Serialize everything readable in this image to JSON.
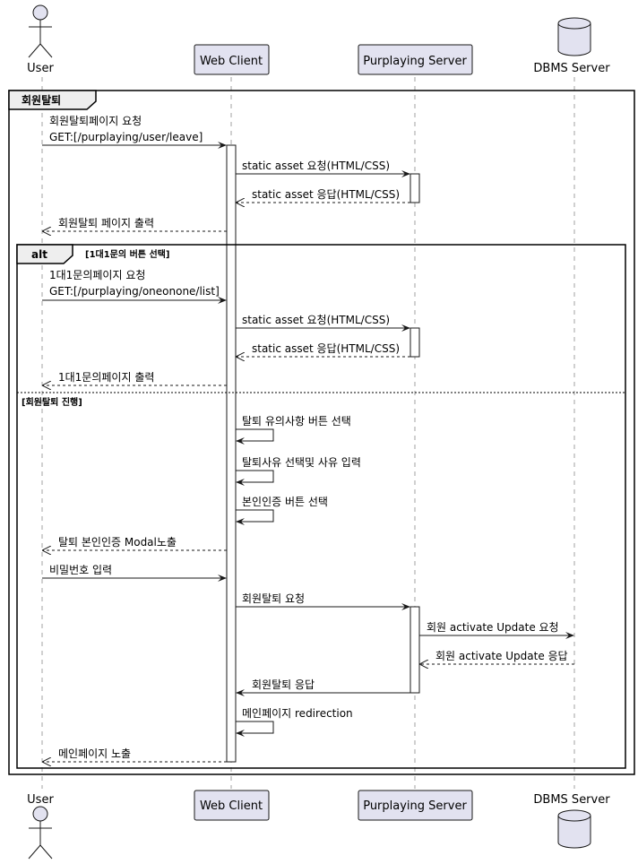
{
  "participants": {
    "user": "User",
    "web": "Web Client",
    "server": "Purplaying Server",
    "dbms": "DBMS Server"
  },
  "frames": {
    "outer": "회원탈퇴",
    "alt": "alt",
    "alt_guard": "[1대1문의 버튼 선택]",
    "else_guard": "[회원탈퇴 진행]"
  },
  "messages": {
    "m1a": "회원탈퇴페이지 요청",
    "m1b": "GET:[/purplaying/user/leave]",
    "m2": "static asset 요청(HTML/CSS)",
    "m3": "static asset 응답(HTML/CSS)",
    "m4": "회원탈퇴 페이지 출력",
    "m5a": "1대1문의페이지 요청",
    "m5b": "GET:[/purplaying/oneonone/list]",
    "m6": "static asset 요청(HTML/CSS)",
    "m7": "static asset 응답(HTML/CSS)",
    "m8": "1대1문의페이지 출력",
    "m9": "탈퇴 유의사항 버튼 선택",
    "m10": "탈퇴사유 선택및 사유 입력",
    "m11": "본인인증 버튼 선택",
    "m12": "탈퇴 본인인증 Modal노출",
    "m13": "비밀번호 입력",
    "m14": "회원탈퇴 요청",
    "m15": "회원 activate Update 요청",
    "m16": "회원 activate Update 응답",
    "m17": "회원탈퇴 응답",
    "m18": "메인페이지 redirection",
    "m19": "메인페이지 노출"
  },
  "colors": {
    "participant_fill": "#E2E2F0",
    "participant_stroke": "#181818",
    "lifeline": "#A0A0A0",
    "activation_fill": "#FFFFFF"
  },
  "icons": {
    "user": "actor-stick-figure-icon",
    "dbms": "database-cylinder-icon"
  }
}
